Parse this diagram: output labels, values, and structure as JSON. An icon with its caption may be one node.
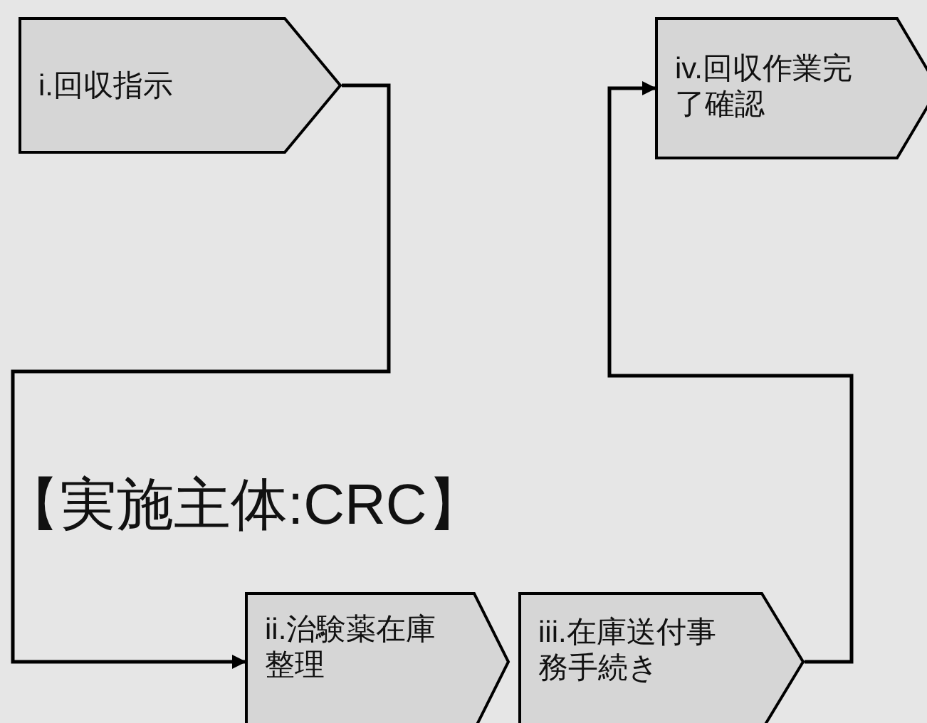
{
  "diagram": {
    "nodes": [
      {
        "text": [
          "i.回収指示"
        ]
      },
      {
        "text": [
          "ii.治験薬在庫整理"
        ]
      },
      {
        "text": [
          "iii.在庫送付事務手続き"
        ]
      },
      {
        "text": [
          "iv.回収作業完了確認"
        ]
      }
    ],
    "edges": [
      {
        "from": 0,
        "to": 1,
        "arrow": "to"
      },
      {
        "from": 2,
        "to": 3,
        "arrow": "to"
      }
    ],
    "labels": [
      "【実施主体:CRC】"
    ]
  }
}
